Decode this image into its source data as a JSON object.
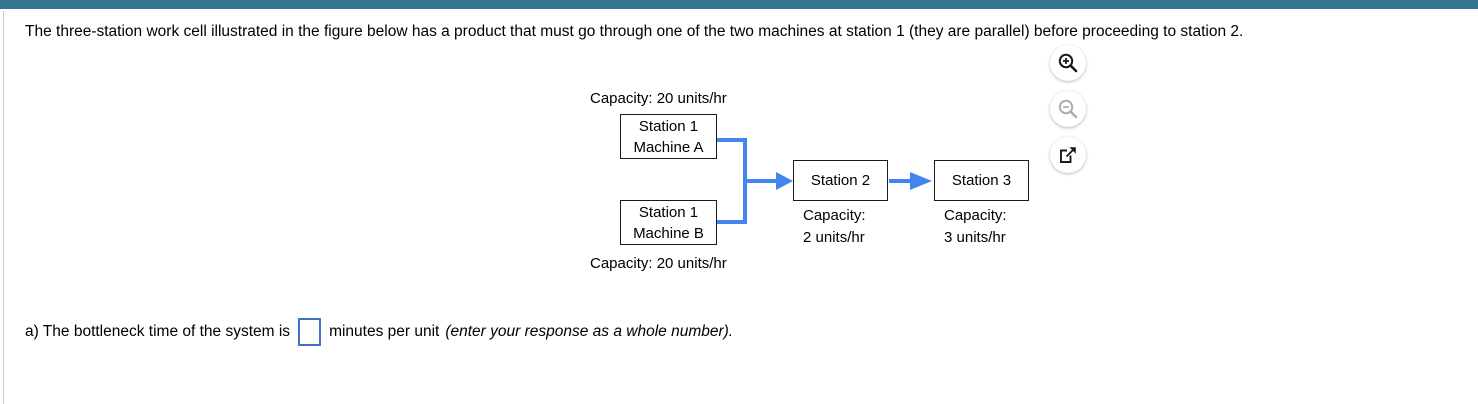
{
  "theme": {
    "top_bar_color": "#357590",
    "connector_color": "#4285ec",
    "input_border_color": "#4472c4",
    "box_border_color": "#1a1a1a"
  },
  "problem": {
    "statement": "The three-station work cell illustrated in the figure below has a product that must go through one of the two machines at station 1 (they are parallel) before proceeding to station 2."
  },
  "figure": {
    "top_capacity_label": "Capacity: 20 units/hr",
    "bottom_capacity_label": "Capacity: 20 units/hr",
    "nodes": [
      {
        "id": "station1-machine-a",
        "line1": "Station 1",
        "line2": "Machine A"
      },
      {
        "id": "station1-machine-b",
        "line1": "Station 1",
        "line2": "Machine B"
      },
      {
        "id": "station2",
        "line1": "Station 2"
      },
      {
        "id": "station3",
        "line1": "Station 3"
      }
    ],
    "station2_capacity": {
      "line1": "Capacity:",
      "line2": "2 units/hr"
    },
    "station3_capacity": {
      "line1": "Capacity:",
      "line2": "3 units/hr"
    }
  },
  "tools": {
    "zoom_in": "zoom-in-icon",
    "zoom_out": "zoom-out-icon",
    "popout": "open-in-new-window-icon"
  },
  "answer": {
    "prefix": "a) The bottleneck time of the system is",
    "value": "",
    "placeholder": "",
    "suffix": "minutes per unit",
    "hint": "(enter your response as a whole number)."
  },
  "chart_data": {
    "type": "diagram",
    "title": "Three-station work cell",
    "nodes": [
      {
        "name": "Station 1 Machine A",
        "capacity": 20,
        "capacity_units": "units/hr",
        "stage": 1,
        "parallel_group": "station1"
      },
      {
        "name": "Station 1 Machine B",
        "capacity": 20,
        "capacity_units": "units/hr",
        "stage": 1,
        "parallel_group": "station1"
      },
      {
        "name": "Station 2",
        "capacity": 2,
        "capacity_units": "units/hr",
        "stage": 2
      },
      {
        "name": "Station 3",
        "capacity": 3,
        "capacity_units": "units/hr",
        "stage": 3
      }
    ],
    "edges": [
      {
        "from": "Station 1 Machine A",
        "to": "Station 2"
      },
      {
        "from": "Station 1 Machine B",
        "to": "Station 2"
      },
      {
        "from": "Station 2",
        "to": "Station 3"
      }
    ]
  }
}
